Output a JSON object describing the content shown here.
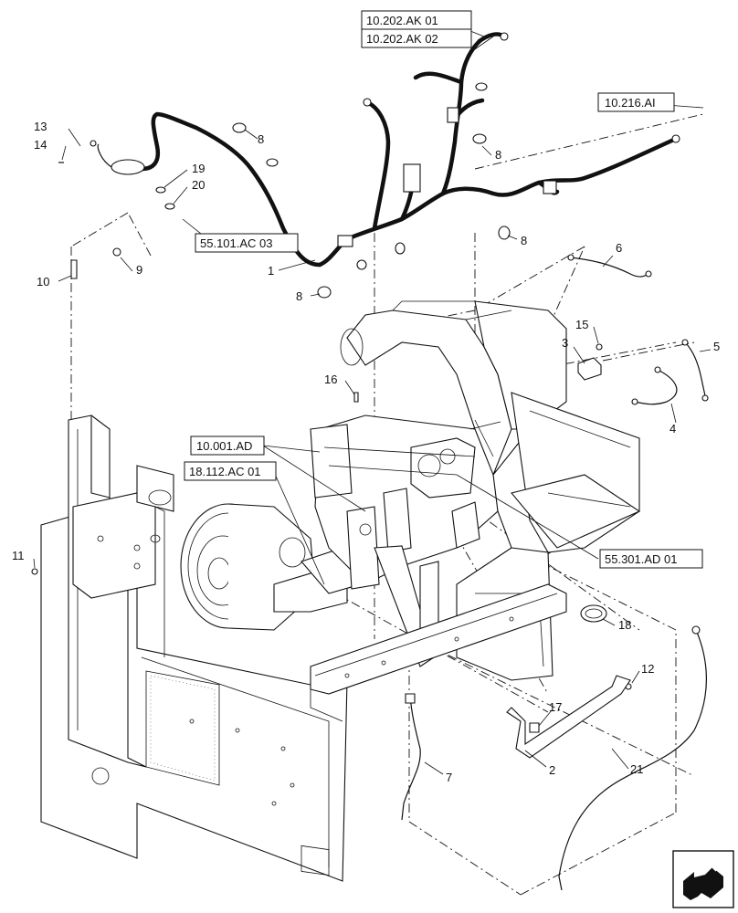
{
  "callouts": [
    "1",
    "2",
    "3",
    "4",
    "5",
    "6",
    "7",
    "8",
    "9",
    "10",
    "11",
    "12",
    "13",
    "14",
    "15",
    "16",
    "17",
    "18",
    "19",
    "20",
    "21"
  ],
  "references": {
    "ak01": "10.202.AK 01",
    "ak02": "10.202.AK 02",
    "ai": "10.216.AI",
    "ac03": "55.101.AC 03",
    "ad": "10.001.AD",
    "ac01": "18.112.AC 01",
    "ad01": "55.301.AD 01"
  },
  "nav_icon": "arrow-nav-icon"
}
